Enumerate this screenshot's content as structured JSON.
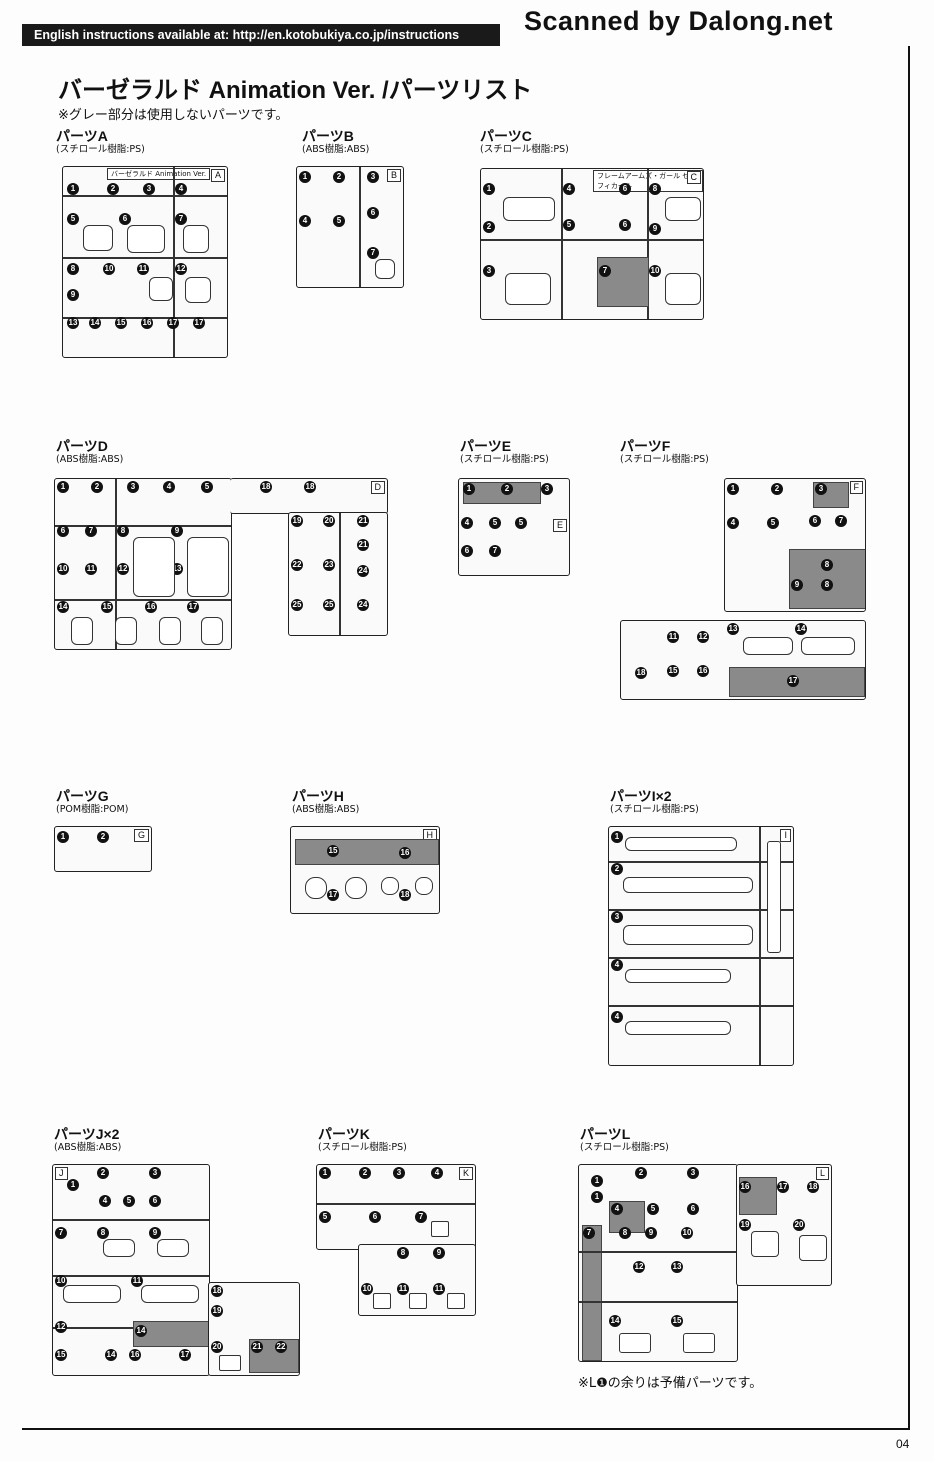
{
  "header": {
    "english_notice": "English instructions available at: http://en.kotobukiya.co.jp/instructions",
    "watermark": "Scanned by Dalong.net"
  },
  "title": "バーゼラルド Animation Ver. /パーツリスト",
  "note": "※グレー部分は使用しないパーツです。",
  "page_number": "04",
  "footnote": "※L❶の余りは予備パーツです。",
  "sections": {
    "A": {
      "label": "パーツA",
      "material": "(スチロール樹脂:PS)",
      "tag": "A",
      "runner_text": "バーゼラルド Animation Ver."
    },
    "B": {
      "label": "パーツB",
      "material": "(ABS樹脂:ABS)",
      "tag": "B"
    },
    "C": {
      "label": "パーツC",
      "material": "(スチロール樹脂:PS)",
      "tag": "C",
      "runner_text": "フレームアームズ・ガール ゼルフィカール"
    },
    "D": {
      "label": "パーツD",
      "material": "(ABS樹脂:ABS)",
      "tag": "D"
    },
    "E": {
      "label": "パーツE",
      "material": "(スチロール樹脂:PS)",
      "tag": "E"
    },
    "F": {
      "label": "パーツF",
      "material": "(スチロール樹脂:PS)",
      "tag": "F"
    },
    "G": {
      "label": "パーツG",
      "material": "(POM樹脂:POM)",
      "tag": "G"
    },
    "H": {
      "label": "パーツH",
      "material": "(ABS樹脂:ABS)",
      "tag": "H"
    },
    "I": {
      "label": "パーツI×2",
      "material": "(スチロール樹脂:PS)",
      "tag": "I"
    },
    "J": {
      "label": "パーツJ×2",
      "material": "(ABS樹脂:ABS)",
      "tag": "J"
    },
    "K": {
      "label": "パーツK",
      "material": "(スチロール樹脂:PS)",
      "tag": "K"
    },
    "L": {
      "label": "パーツL",
      "material": "(スチロール樹脂:PS)",
      "tag": "L"
    }
  },
  "numbers": {
    "n1": "1",
    "n2": "2",
    "n3": "3",
    "n4": "4",
    "n5": "5",
    "n6": "6",
    "n7": "7",
    "n8": "8",
    "n9": "9",
    "n10": "10",
    "n11": "11",
    "n12": "12",
    "n13": "13",
    "n14": "14",
    "n15": "15",
    "n16": "16",
    "n17": "17",
    "n18": "18",
    "n19": "19",
    "n20": "20",
    "n21": "21",
    "n22": "22",
    "n23": "23",
    "n24": "24",
    "n25": "25"
  }
}
